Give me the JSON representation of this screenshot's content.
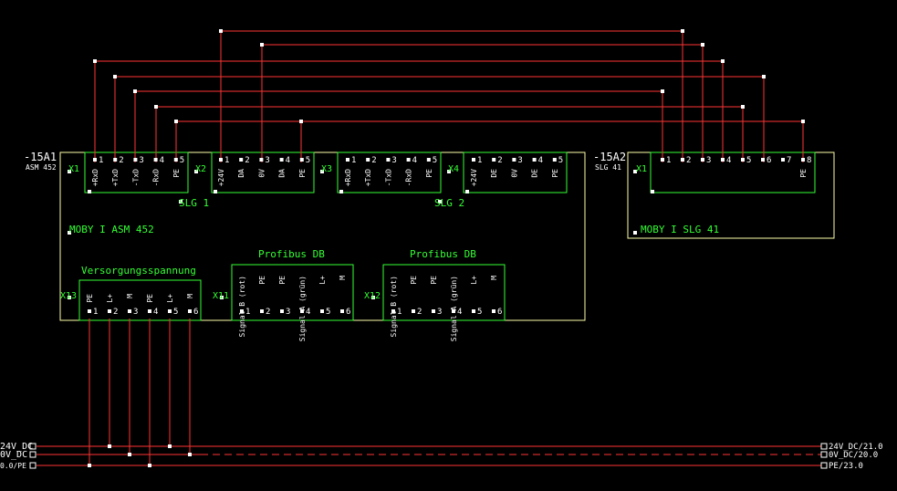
{
  "modules": {
    "a1": {
      "ref": "-15A1",
      "type": "ASM 452",
      "name": "MOBY I ASM 452",
      "slg1_label": "SLG 1",
      "slg2_label": "SLG 2",
      "power_group": "Versorgungsspannung",
      "profibus_label": "Profibus DB",
      "connectors": [
        "X1",
        "X2",
        "X3",
        "X4",
        "X13",
        "X11",
        "X12"
      ],
      "x1_pins": [
        "+RxD",
        "+TxD",
        "-TxD",
        "-RxD",
        "PE"
      ],
      "x2_pins": [
        "+24V",
        "DA",
        "0V",
        "DA",
        "PE"
      ],
      "x3_pins": [
        "+RxD",
        "+TxD",
        "-TxD",
        "-RxD",
        "PE"
      ],
      "x4_pins": [
        "+24V",
        "DE",
        "0V",
        "DE",
        "PE"
      ],
      "x13_pins": [
        "PE",
        "L+",
        "M",
        "PE",
        "L+",
        "M"
      ],
      "x11_pins": [
        "Signal B (rot)",
        "PE",
        "PE",
        "Signal A (grün)",
        "L+",
        "M"
      ],
      "x12_pins": [
        "Signal B (rot)",
        "PE",
        "PE",
        "Signal A (grün)",
        "L+",
        "M"
      ]
    },
    "a2": {
      "ref": "-15A2",
      "type": "SLG 41",
      "name": "MOBY I SLG 41",
      "connector": "X1",
      "pins": [
        "",
        "",
        "",
        "",
        "",
        "",
        "",
        "PE"
      ]
    }
  },
  "pin_numbers": [
    "1",
    "2",
    "3",
    "4",
    "5",
    "6",
    "7",
    "8"
  ],
  "rails": {
    "left": [
      "24V_DC",
      "0V_DC",
      "0.0/PE"
    ],
    "right": [
      "24V_DC/21.0",
      "0V_DC/20.0",
      "PE/23.0"
    ]
  },
  "colors": {
    "background": "#000000",
    "box_outline": "#ffffaa",
    "connector_outline": "#33ff33",
    "wire": "#ff3333",
    "label": "#33ff33",
    "text": "#ffffff"
  }
}
